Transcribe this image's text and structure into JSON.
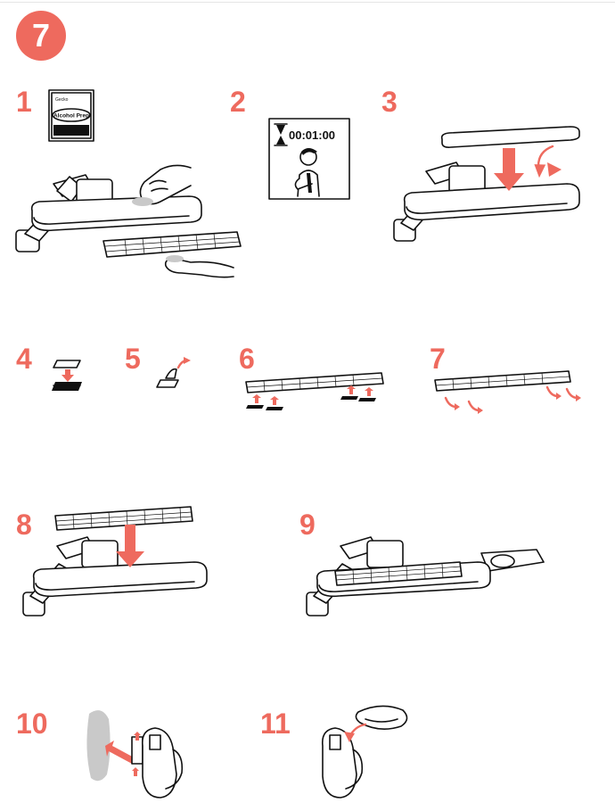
{
  "section": {
    "number": "7"
  },
  "steps": [
    "1",
    "2",
    "3",
    "4",
    "5",
    "6",
    "7",
    "8",
    "9",
    "10",
    "11"
  ],
  "step1": {
    "packet_brand": "Gecko",
    "packet_label": "Alcohol Prep"
  },
  "step2": {
    "timer": "00:01:00"
  },
  "icons": [
    "hourglass-icon"
  ],
  "colors": {
    "accent": "#ee6a5e",
    "ink": "#111111",
    "surface_gray": "#c9c9c9"
  }
}
